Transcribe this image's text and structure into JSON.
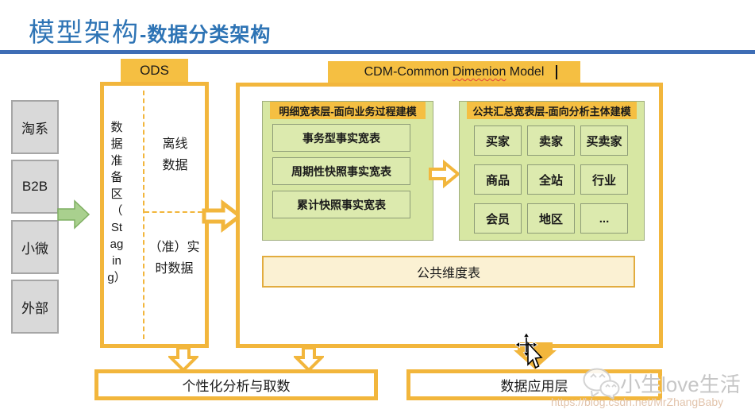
{
  "header": {
    "title_main": "模型架构",
    "title_sub": "-数据分类架构"
  },
  "sources": [
    "淘系",
    "B2B",
    "小微",
    "外部"
  ],
  "ods": {
    "label": "ODS",
    "staging_label": "数\n据\n准\n备\n区\n（\nSt\nag\nin\ng）",
    "offline_label": "离线\n数据",
    "realtime_label": "（准）实\n时数据"
  },
  "cdm": {
    "title_prefix": "CDM-Common ",
    "title_word": "Dimenion",
    "title_suffix": " Model",
    "detail": {
      "header": "明细宽表层-面向业务过程建模",
      "items": [
        "事务型事实宽表",
        "周期性快照事实宽表",
        "累计快照事实宽表"
      ]
    },
    "summary": {
      "header": "公共汇总宽表层-面向分析主体建模",
      "cells": [
        "买家",
        "卖家",
        "买卖家",
        "商品",
        "全站",
        "行业",
        "会员",
        "地区",
        "..."
      ]
    },
    "common_dim_label": "公共维度表"
  },
  "bottom": {
    "left_label": "个性化分析与取数",
    "right_label": "数据应用层"
  },
  "watermark": {
    "name": "小生love生活",
    "url": "https://blog.csdn.net/MrZhangBaby"
  },
  "colors": {
    "title_blue": "#2E74B5",
    "rule_blue": "#3E6DB5",
    "gold": "#F5BF42",
    "gold_border": "#F2B63C",
    "layer_green": "#D7E7A3",
    "cell_green": "#DCEAAE",
    "cream": "#FBF1D3",
    "source_gray": "#D9D9D9",
    "arrow_green": "#A9D08E"
  }
}
